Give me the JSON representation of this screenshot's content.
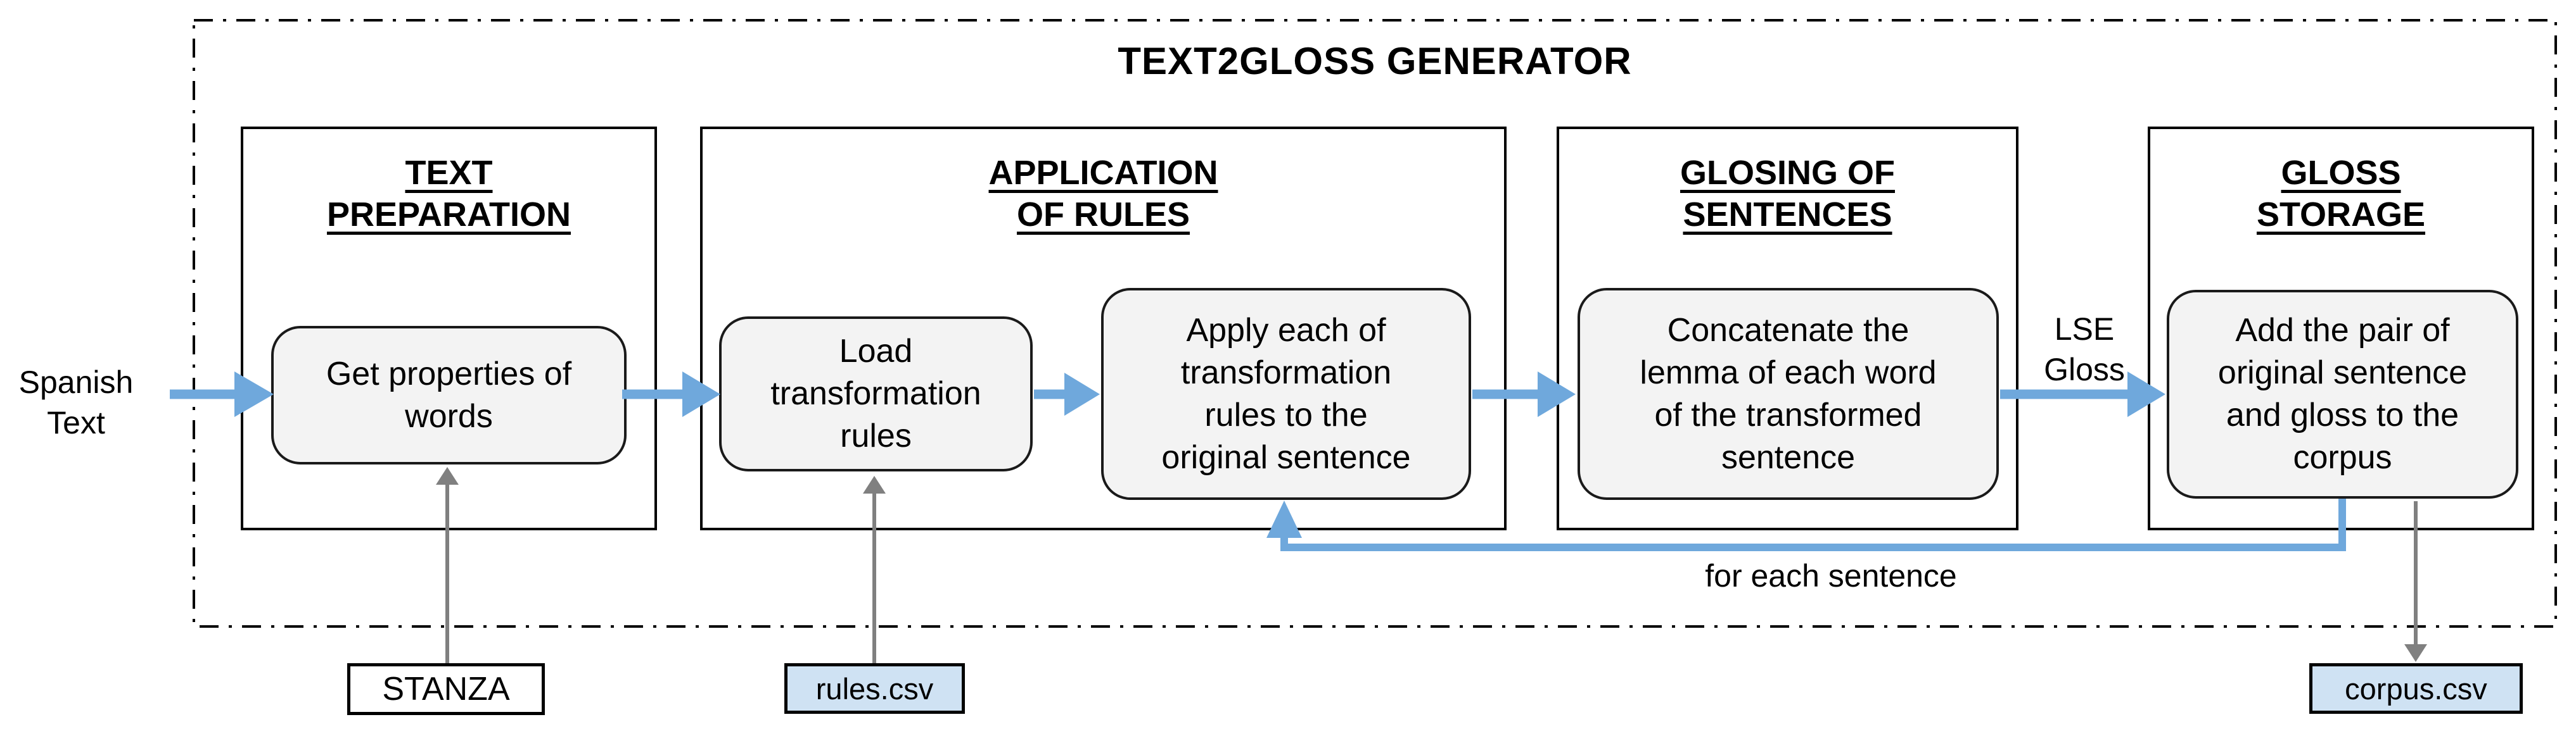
{
  "diagram": {
    "title": "TEXT2GLOSS GENERATOR",
    "input_label": [
      "Spanish",
      "Text"
    ],
    "stages": [
      {
        "title": [
          "TEXT",
          "PREPARATION"
        ],
        "processes": [
          [
            "Get properties of",
            "words"
          ]
        ]
      },
      {
        "title": [
          "APPLICATION",
          "OF RULES"
        ],
        "processes": [
          [
            "Load",
            "transformation",
            "rules"
          ],
          [
            "Apply each of",
            "transformation",
            "rules to the",
            "original sentence"
          ]
        ]
      },
      {
        "title": [
          "GLOSING OF",
          "SENTENCES"
        ],
        "processes": [
          [
            "Concatenate the",
            "lemma of each word",
            "of the transformed",
            "sentence"
          ]
        ]
      },
      {
        "title": [
          "GLOSS",
          "STORAGE"
        ],
        "processes": [
          [
            "Add the pair of",
            "original sentence",
            "and gloss to the",
            "corpus"
          ]
        ]
      }
    ],
    "edge_labels": {
      "lse_gloss": [
        "LSE",
        "Gloss"
      ],
      "for_each_sentence": "for each sentence"
    },
    "externals": {
      "stanza": "STANZA",
      "rules_file": "rules.csv",
      "corpus_file": "corpus.csv"
    },
    "colors": {
      "flow_arrow_blue": "#6fa8dc",
      "external_arrow_gray": "#808080",
      "process_fill": "#f3f3f3",
      "process_border": "#1a1a1a",
      "file_fill": "#cfe2f3",
      "box_border": "#000000",
      "text_color": "#000000",
      "background": "#ffffff"
    }
  }
}
